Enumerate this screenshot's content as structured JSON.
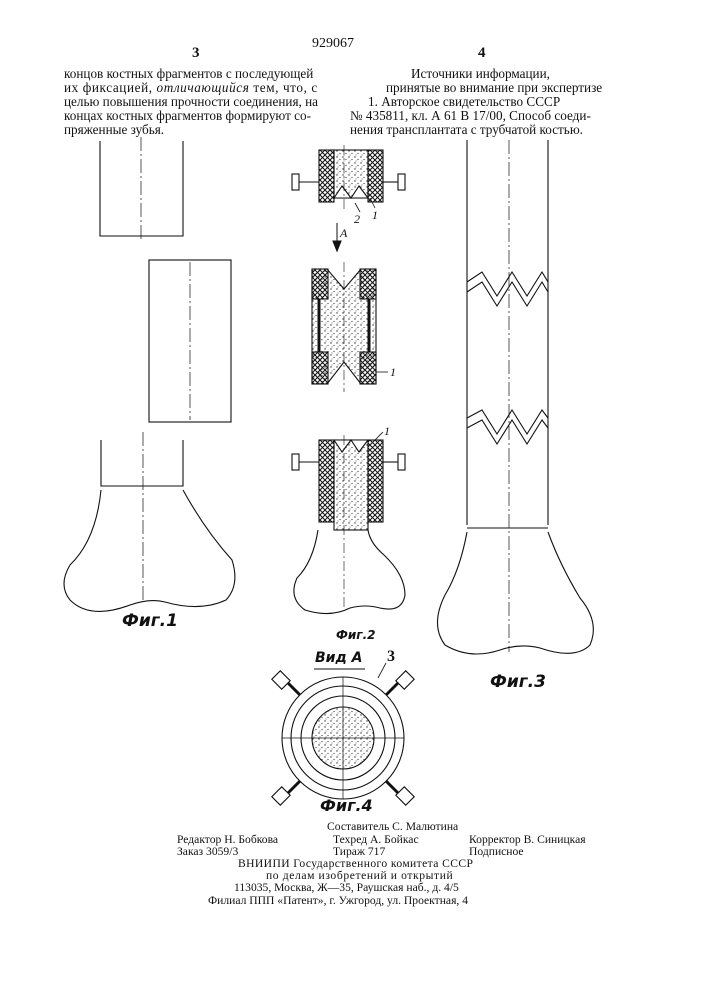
{
  "header": {
    "patent_number": "929067",
    "column_left": "3",
    "column_right": "4"
  },
  "left_text": [
    "концов костных фрагментов с последующей",
    "их фиксацией, отличающийся тем, что, с",
    "целью повышения прочности соединения, на",
    "концах костных фрагментов формируют со-",
    "пряженные зубья."
  ],
  "left_emphasis": "отличающийся",
  "right_text": {
    "line1": "Источники информации,",
    "line2": "принятые во внимание при экспертизе",
    "line3": "1. Авторское свидетельство СССР",
    "line4": "№ 435811, кл. А 61 В 17/00, Способ соеди-",
    "line5": "нения трансплантата с трубчатой костью."
  },
  "figures": {
    "fig1": "Фиг.1",
    "fig2": "Фиг.2",
    "fig3": "Фиг.3",
    "fig4": "Фиг.4",
    "view_label": "Вид А",
    "arrow_label": "А",
    "ref_1": "1",
    "ref_2": "2",
    "ref_3": "3"
  },
  "imprint": {
    "composer": "Составитель С. Малютина",
    "editor": "Редактор Н. Бобкова",
    "techred": "Техред А. Бойкас",
    "corrector": "Корректор В. Синицкая",
    "order": "Заказ 3059/3",
    "circulation": "Тираж 717",
    "subscription": "Подписное",
    "org1": "ВНИИПИ Государственного комитета СССР",
    "org2": "по делам изобретений и открытий",
    "address": "113035, Москва, Ж—35, Раушская наб., д. 4/5",
    "branch": "Филиал ППП «Патент», г. Ужгород, ул. Проектная, 4"
  }
}
